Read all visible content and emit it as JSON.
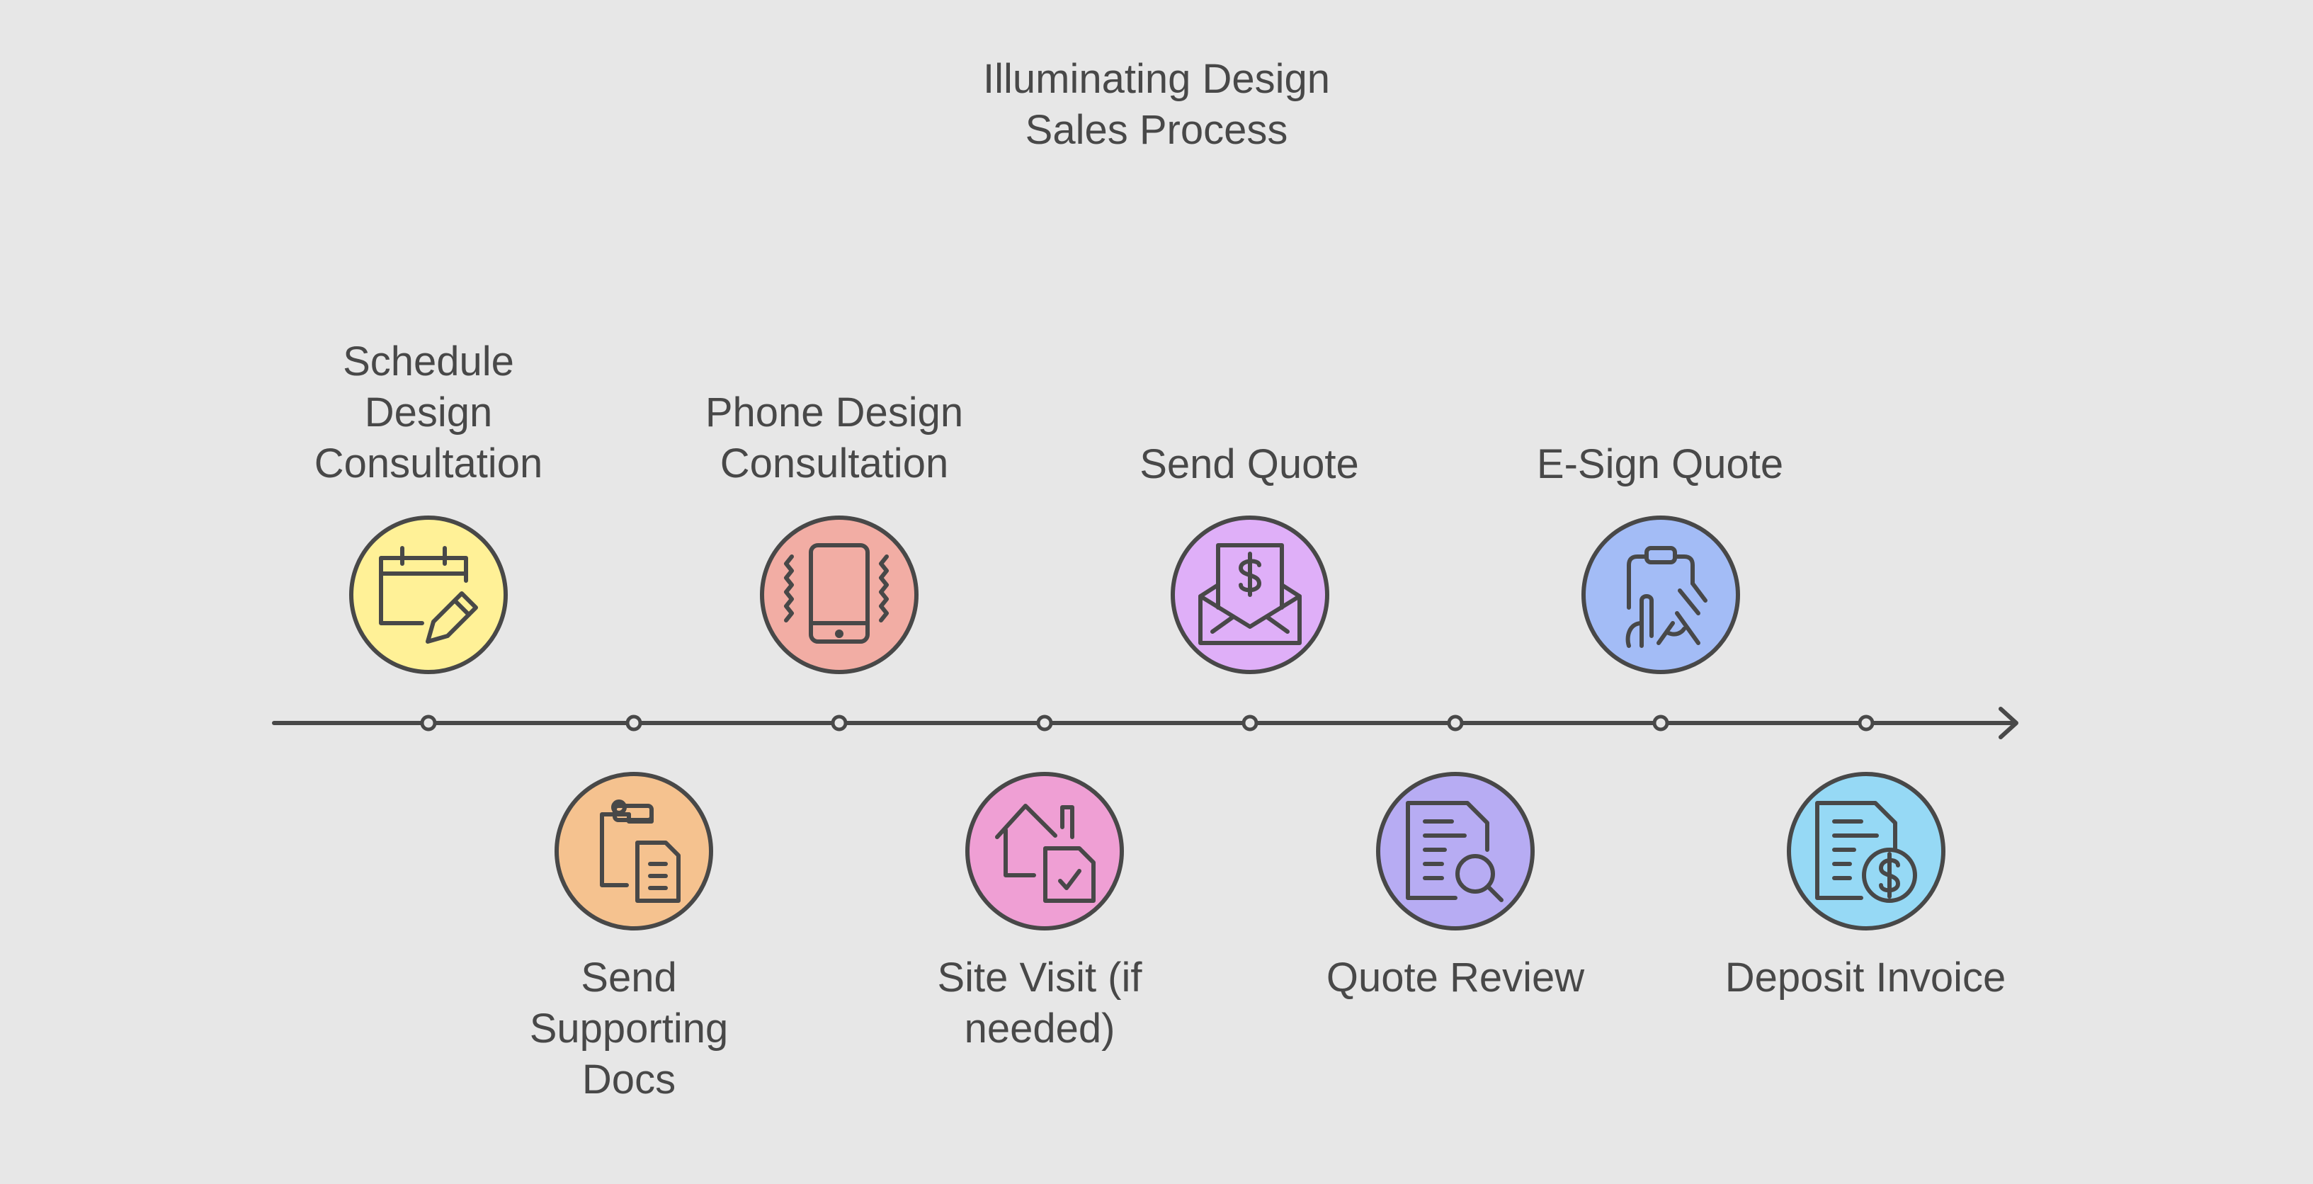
{
  "title": "Illuminating Design\nSales Process",
  "steps": [
    {
      "label": "Schedule\nDesign\nConsultation",
      "icon": "calendar-pencil-icon",
      "color": "#fff197"
    },
    {
      "label": "Send\nSupporting\nDocs",
      "icon": "clipboard-document-icon",
      "color": "#f5c28f"
    },
    {
      "label": "Phone Design\nConsultation",
      "icon": "vibrating-phone-icon",
      "color": "#f2ada4"
    },
    {
      "label": "Site Visit (if\nneeded)",
      "icon": "house-checklist-icon",
      "color": "#ef9fd4"
    },
    {
      "label": "Send Quote",
      "icon": "envelope-dollar-icon",
      "color": "#dfaff8"
    },
    {
      "label": "Quote Review",
      "icon": "document-magnifier-icon",
      "color": "#b7acf3"
    },
    {
      "label": "E-Sign Quote",
      "icon": "hand-tap-clipboard-icon",
      "color": "#a3bcf6"
    },
    {
      "label": "Deposit Invoice",
      "icon": "invoice-dollar-icon",
      "color": "#96d9f5"
    }
  ],
  "colors": {
    "background": "#e7e7e7",
    "stroke": "#484848"
  }
}
